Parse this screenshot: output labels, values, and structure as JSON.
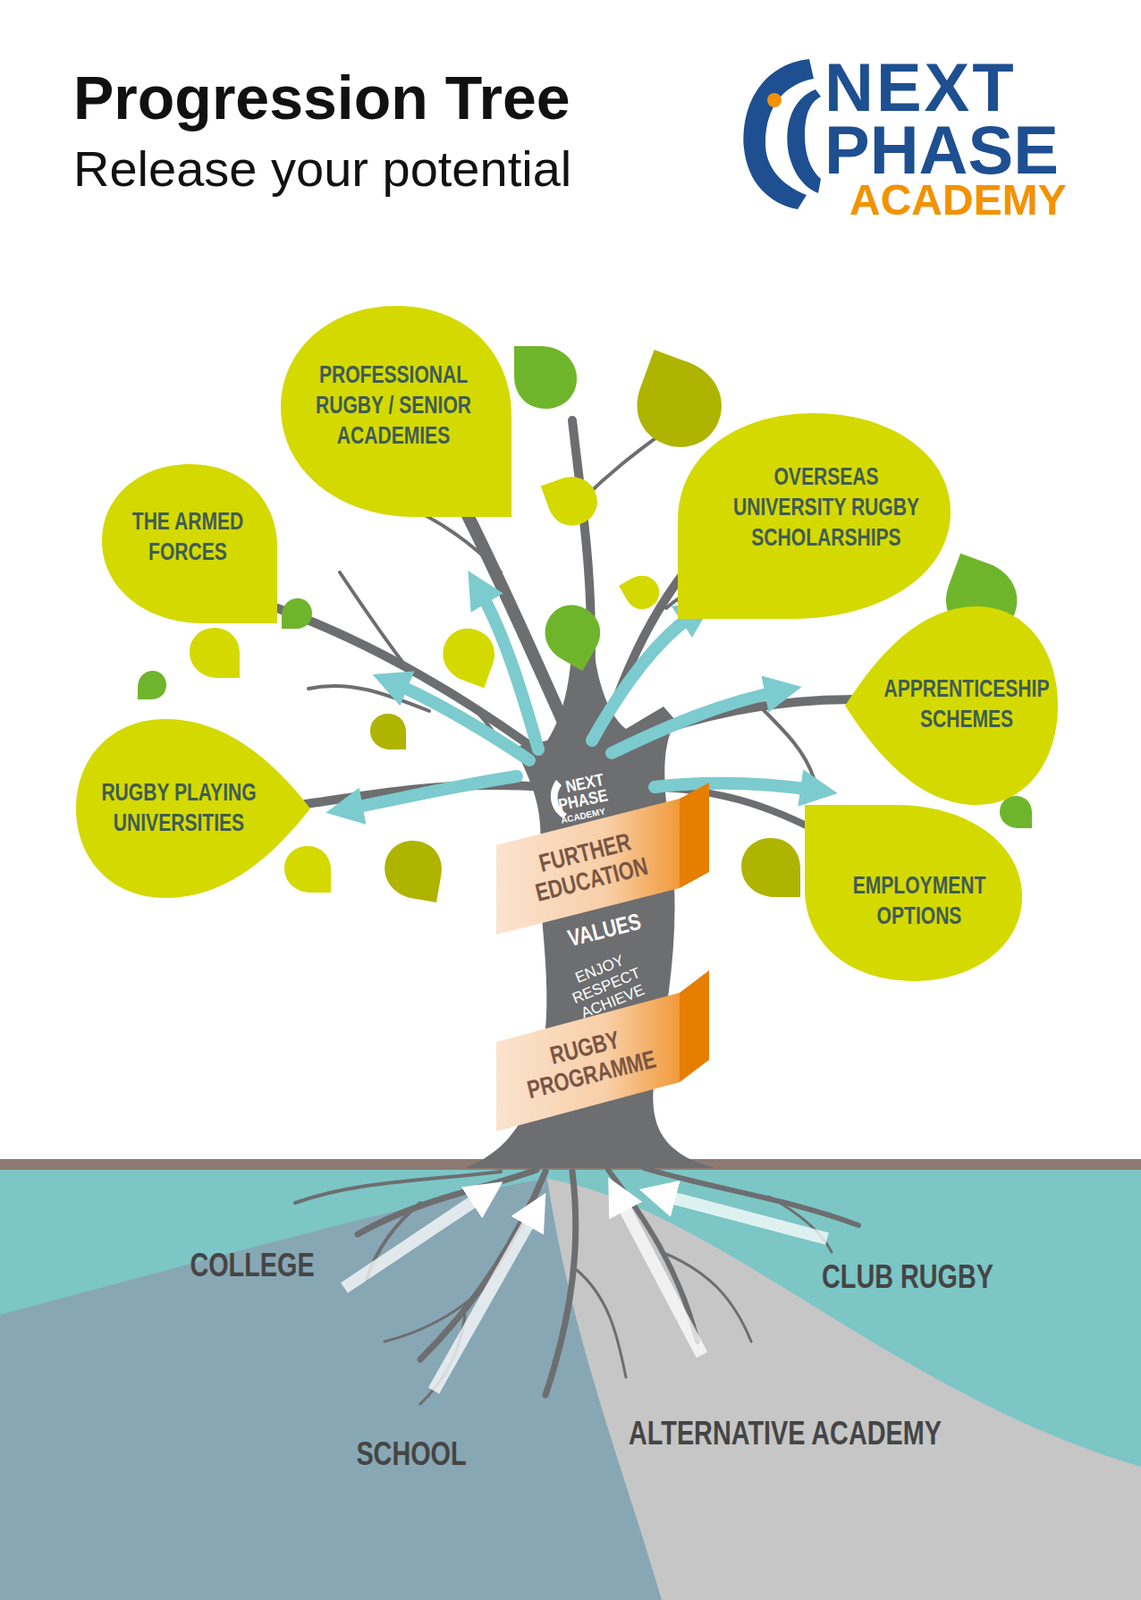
{
  "diagram": {
    "title": "Progression Tree",
    "nodes": [
      {
        "text": [
          "PROFESSIONAL RUGBY / SENIOR ACADEMIES"
        ]
      },
      {
        "text": [
          "THE ARMED FORCES"
        ]
      },
      {
        "text": [
          "OVERSEAS UNIVERSITY RUGBY SCHOLARSHIPS"
        ]
      },
      {
        "text": [
          "APPRENTICESHIP SCHEMES"
        ]
      },
      {
        "text": [
          "RUGBY PLAYING UNIVERSITIES"
        ]
      },
      {
        "text": [
          "EMPLOYMENT OPTIONS"
        ]
      },
      {
        "text": [
          "FURTHER EDUCATION"
        ]
      },
      {
        "text": [
          "RUGBY PROGRAMME"
        ]
      }
    ],
    "labels": [
      "Release your potential",
      "NEXT",
      "PHASE",
      "ACADEMY",
      "NEXT",
      "PHASE",
      "ACADEMY",
      "VALUES",
      "ENJOY RESPECT ACHIEVE",
      "COLLEGE",
      "CLUB RUGBY",
      "SCHOOL",
      "ALTERNATIVE ACADEMY"
    ]
  }
}
